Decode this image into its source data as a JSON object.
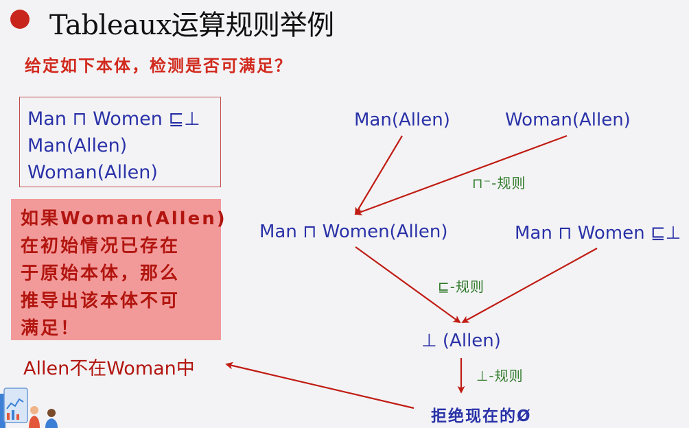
{
  "title": "Tableaux运算规则举例",
  "question": "给定如下本体，检测是否可满足？",
  "ontology": {
    "axioms": [
      "Man ⊓ Women ⊑⊥",
      "Man(Allen)",
      "Woman(Allen)"
    ]
  },
  "note": {
    "lines": [
      "如果Woman(Allen)",
      "在初始情况已存在",
      "于原始本体，那么",
      "推导出该本体不可",
      "满足！"
    ]
  },
  "diagram": {
    "nodes": {
      "man_allen": "Man(Allen)",
      "woman_allen": "Woman(Allen)",
      "man_women_allen": "Man ⊓ Women(Allen)",
      "man_women_axiom": "Man ⊓ Women ⊑⊥",
      "bottom_allen": "⊥ (Allen)",
      "reject": "拒绝现在的Ø",
      "conclusion": "Allen不在Woman中"
    },
    "rules": {
      "and_minus": "⊓⁻-规则",
      "subsumption": "⊑-规则",
      "bottom": "⊥-规则"
    },
    "colors": {
      "arrow": "#c01c14",
      "node_text": "#2a32a8",
      "rule_text": "#2f7a2a",
      "accent": "#d12a1e",
      "note_bg": "#f29a9a"
    }
  }
}
